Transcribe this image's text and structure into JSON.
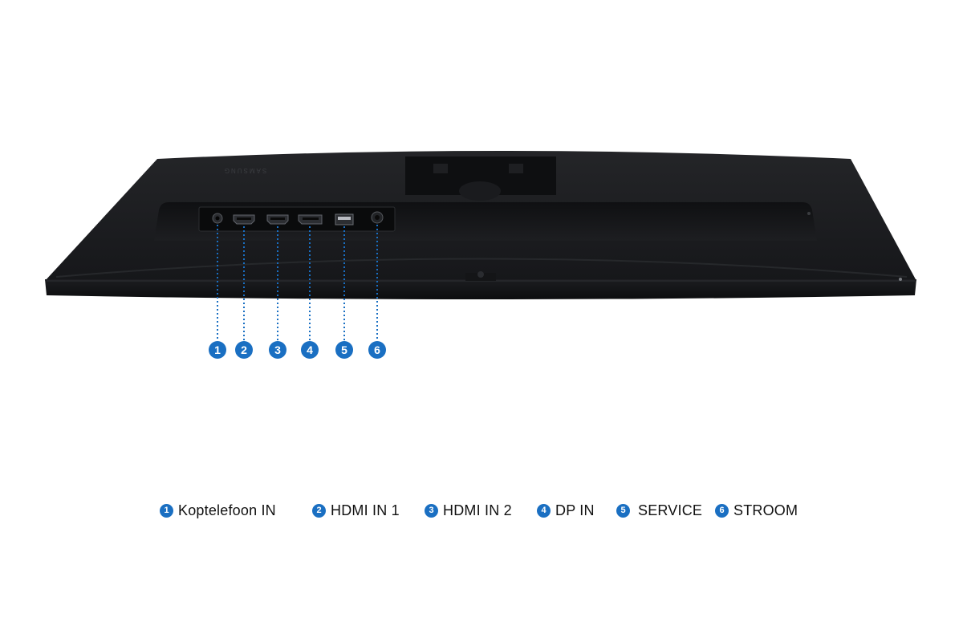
{
  "brand_text": "SAMSUNG",
  "colors": {
    "accent": "#1a6fc2",
    "body": "#1b1c1e",
    "body_dark": "#0d0e0f",
    "background": "#ffffff"
  },
  "ports": [
    {
      "num": "1",
      "label": "Koptelefoon IN",
      "icon": "headphone-jack-icon"
    },
    {
      "num": "2",
      "label": "HDMI IN 1",
      "icon": "hdmi-port-icon"
    },
    {
      "num": "3",
      "label": "HDMI IN 2",
      "icon": "hdmi-port-icon"
    },
    {
      "num": "4",
      "label": "DP IN",
      "icon": "displayport-icon"
    },
    {
      "num": "5",
      "label": "SERVICE",
      "icon": "usb-port-icon"
    },
    {
      "num": "6",
      "label": "STROOM",
      "icon": "power-jack-icon"
    }
  ]
}
